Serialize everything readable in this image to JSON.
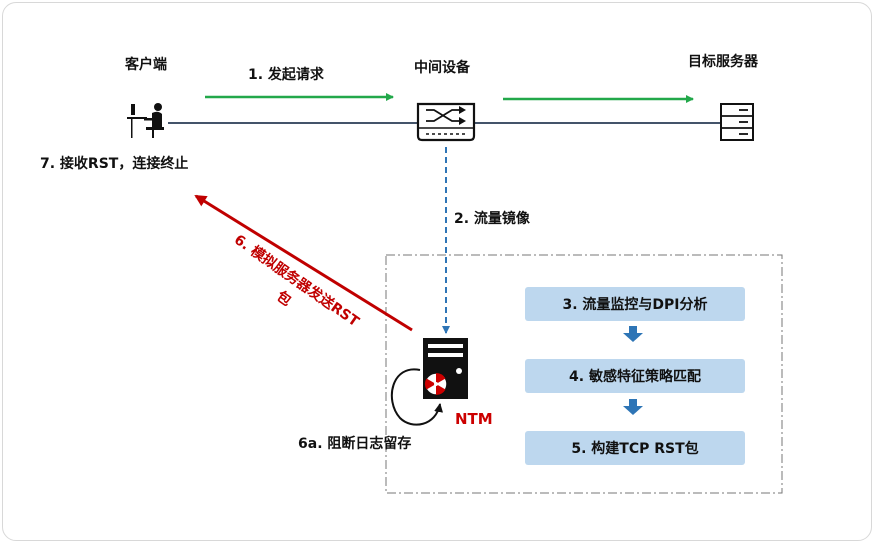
{
  "nodes": {
    "client": "客户端",
    "middle": "中间设备",
    "server": "目标服务器",
    "ntm": "NTM"
  },
  "steps": {
    "s1": "1. 发起请求",
    "s2": "2. 流量镜像",
    "s3": "3. 流量监控与DPI分析",
    "s4": "4. 敏感特征策略匹配",
    "s5": "5. 构建TCP RST包",
    "s6": "6. 模拟服务器发送RST包",
    "s6a": "6a. 阻断日志留存",
    "s7": "7. 接收RST，连接终止"
  },
  "colors": {
    "request_arrow": "#22a84a",
    "mirror_arrow": "#2e75b6",
    "rst_arrow": "#c00000",
    "step_box": "#bdd7ee",
    "step_arrow": "#2e75b6",
    "ntm_label": "#cc0000"
  },
  "icons": {
    "client": "person-at-computer-icon",
    "middle": "network-switch-icon",
    "server": "server-rack-icon",
    "ntm": "security-appliance-icon"
  }
}
